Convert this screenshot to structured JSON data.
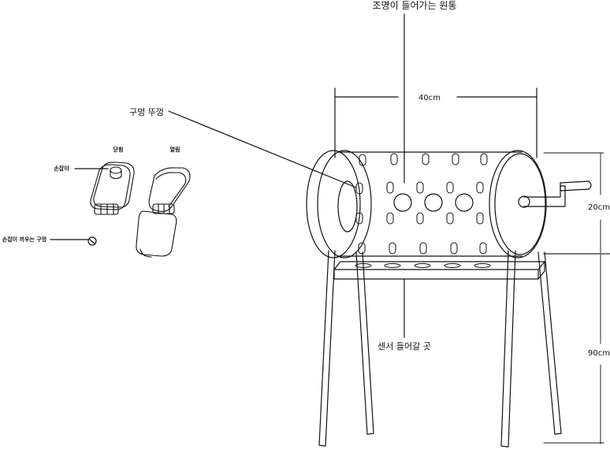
{
  "labels": {
    "drum_label": "조명이 들어가는 원통",
    "width_label": "40cm",
    "hole_cap_label": "구멍 뚜껑",
    "closed_label": "닫힘",
    "open_label": "열림",
    "handle_label": "손잡이",
    "handle_hole_label": "손잡이 끼우는 구멍",
    "drum_height_label": "20cm",
    "sensor_label": "센서 들어갈 곳",
    "stand_height_label": "90cm"
  }
}
